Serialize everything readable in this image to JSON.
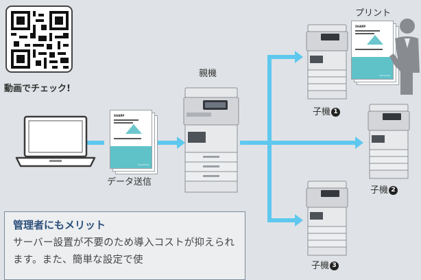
{
  "qr_caption": "動画でチェック!",
  "labels": {
    "data_send": "データ送信",
    "parent": "親機",
    "print": "プリント",
    "child1": "子機",
    "child2": "子機",
    "child3": "子機",
    "n1": "1",
    "n2": "2",
    "n3": "3"
  },
  "doc": {
    "brand": "SHARP",
    "footer": "Document"
  },
  "info": {
    "title": "管理者にもメリット",
    "body": "サーバー設置が不要のため導入コストが抑えられます。また、簡単な設定で使"
  },
  "colors": {
    "arrow": "#5ec8ef",
    "background": "#dfe2e6",
    "accent_teal": "#5fc2c9",
    "title_blue": "#2b4f7a"
  },
  "icons": [
    "qr-code-icon",
    "laptop-icon",
    "document-icon",
    "printer-icon",
    "person-icon",
    "arrow-icon"
  ]
}
